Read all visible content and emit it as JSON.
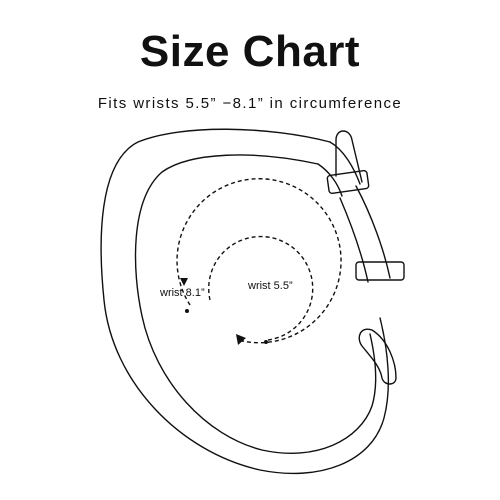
{
  "header": {
    "title": "Size Chart",
    "subtitle": "Fits wrists 5.5” −8.1” in circumference"
  },
  "diagram": {
    "outer_label": "wrist 8.1”",
    "inner_label": "wrist 5.5”",
    "outer_circumference_in": 8.1,
    "inner_circumference_in": 5.5,
    "line_color": "#111111"
  }
}
